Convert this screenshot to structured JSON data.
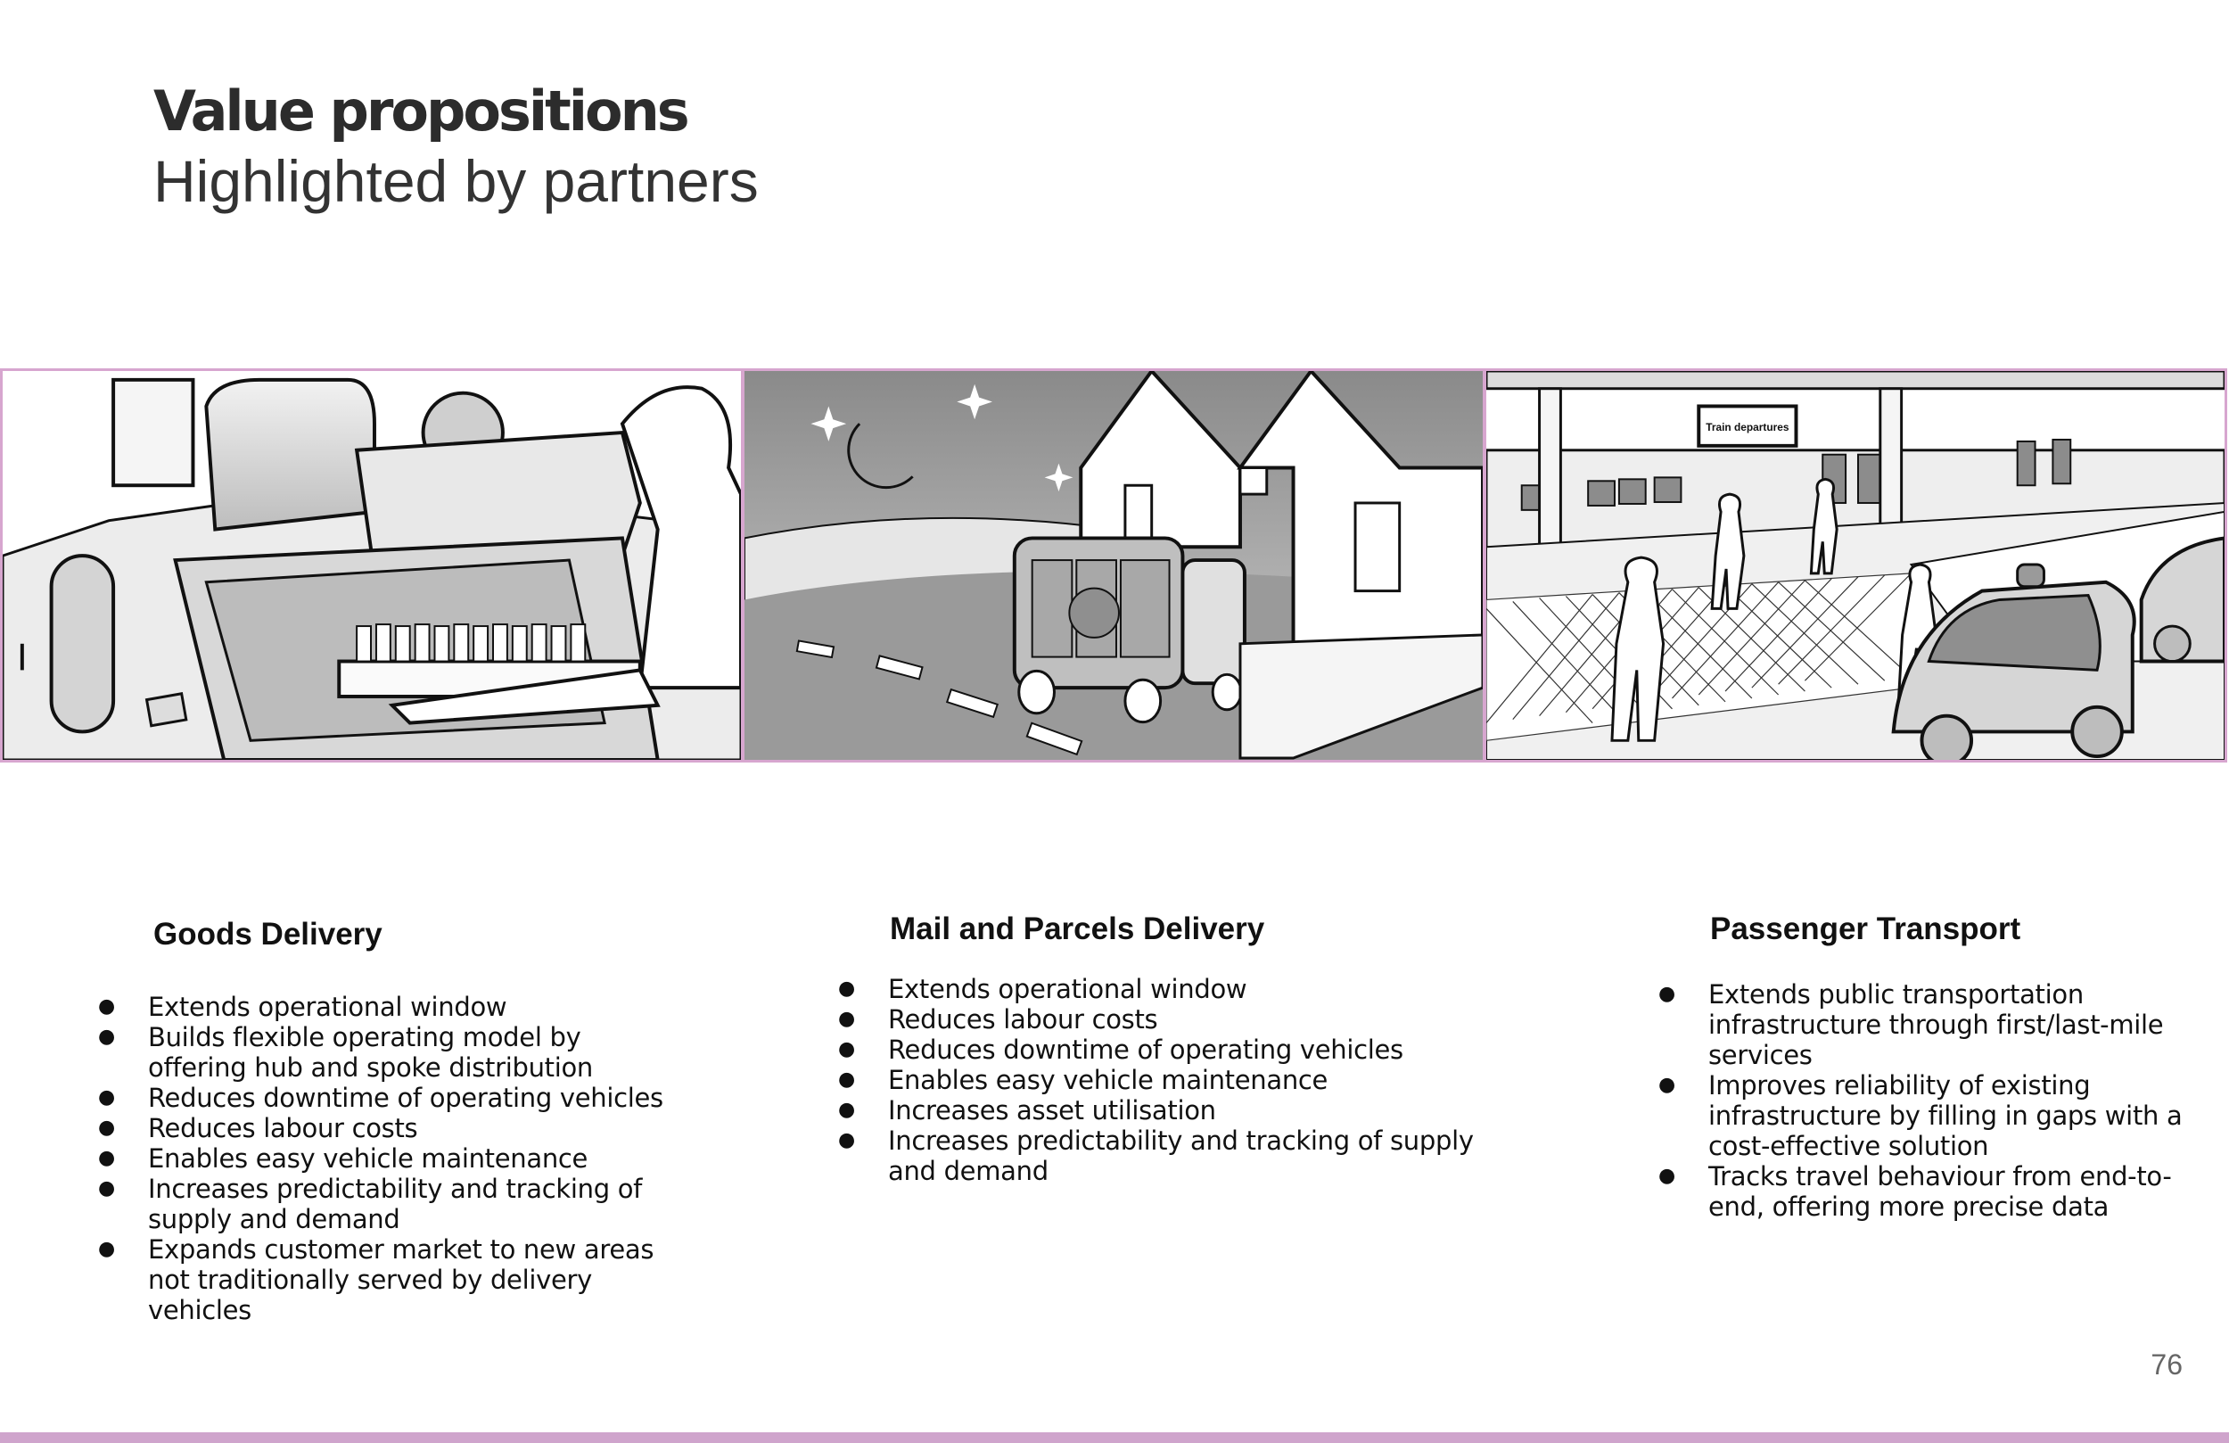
{
  "header": {
    "title": "Value propositions",
    "subtitle": "Highlighted by partners"
  },
  "illustrations": {
    "train_sign": "Train departures"
  },
  "columns": [
    {
      "heading": "Goods Delivery",
      "items": [
        "Extends operational window",
        "Builds flexible operating model by offering hub and spoke distribution",
        "Reduces downtime of operating vehicles",
        "Reduces labour costs",
        "Enables easy vehicle maintenance",
        "Increases predictability and tracking of supply and demand",
        "Expands customer market to new areas not traditionally served by delivery vehicles"
      ]
    },
    {
      "heading": "Mail and Parcels Delivery",
      "items": [
        "Extends operational window",
        "Reduces labour costs",
        "Reduces downtime of operating vehicles",
        "Enables easy vehicle maintenance",
        "Increases asset utilisation",
        "Increases predictability and tracking of supply and demand"
      ]
    },
    {
      "heading": "Passenger Transport",
      "items": [
        "Extends public transportation infrastructure through first/last-mile services",
        "Improves reliability of existing infrastructure by filling in gaps with a cost-effective solution",
        "Tracks travel behaviour from end-to-end, offering more precise data"
      ]
    }
  ],
  "footer": {
    "page_number": "76"
  },
  "colors": {
    "accent_bar": "#cfa4cc",
    "panel_border": "#d7a6cf"
  }
}
